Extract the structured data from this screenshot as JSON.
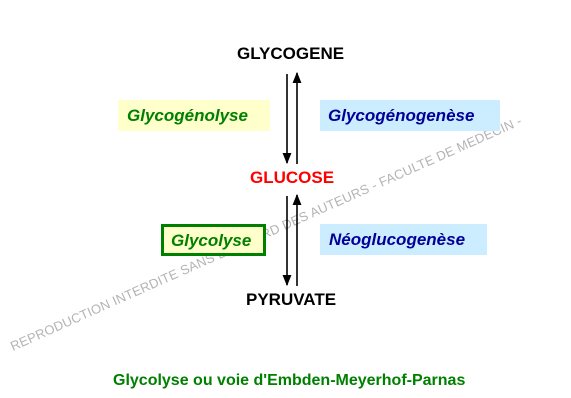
{
  "nodes": {
    "glycogene": "GLYCOGENE",
    "glucose": "GLUCOSE",
    "pyruvate": "PYRUVATE"
  },
  "processes": {
    "glycogenolyse": "Glycogénolyse",
    "glycogenogenese": "Glycogénogenèse",
    "glycolyse": "Glycolyse",
    "neoglucogenese": "Néoglucogenèse"
  },
  "caption": "Glycolyse ou voie d'Embden-Meyerhof-Parnas",
  "watermark": "REPRODUCTION INTERDITE SANS L'ACCORD DES AUTEURS - FACULTE DE MEDECIN -",
  "colors": {
    "glucose": "#ff0000",
    "yellow_box": "#ffffcc",
    "blue_box": "#ccecff",
    "green_text": "#008000",
    "blue_text": "#000099",
    "glycolyse_border": "#008000"
  }
}
